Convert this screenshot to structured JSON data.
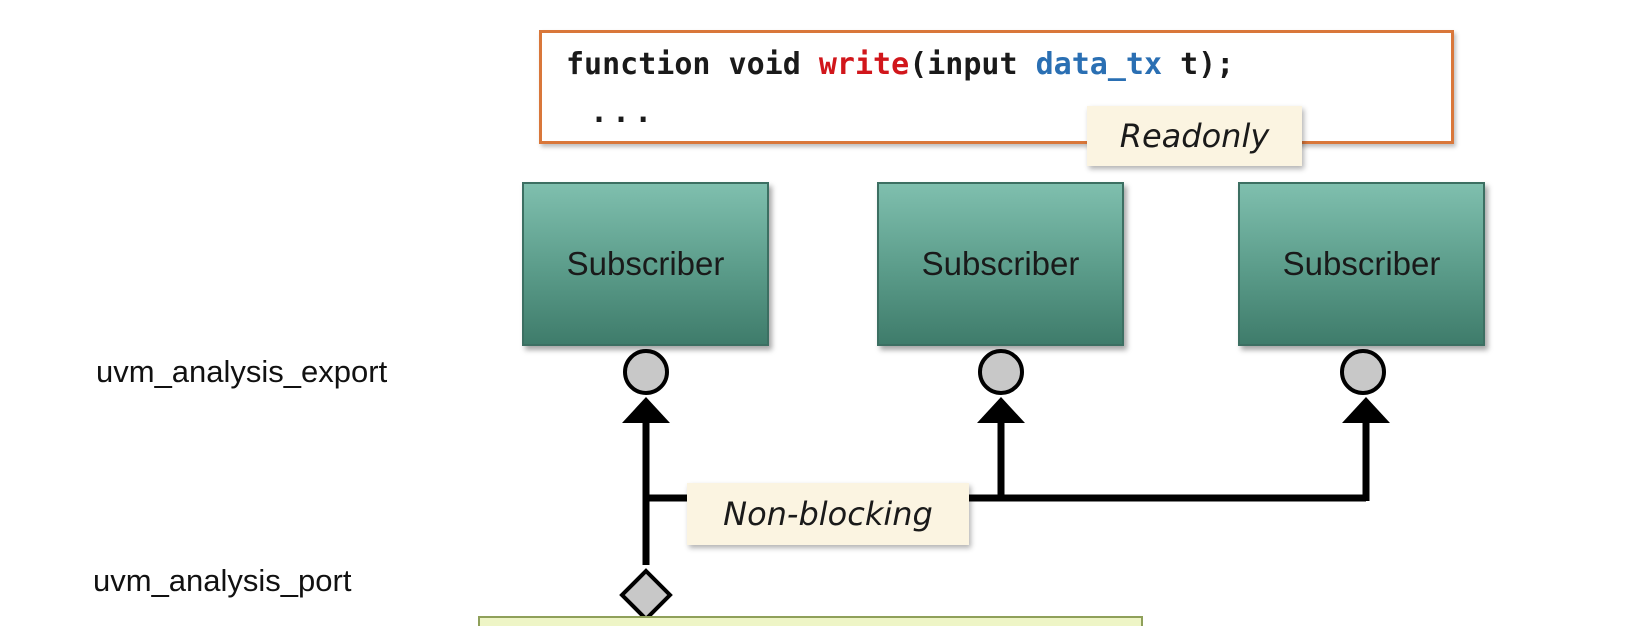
{
  "code": {
    "line1_function": "function void ",
    "line1_write": "write",
    "line1_input": "(input ",
    "line1_type": "data_tx",
    "line1_end": " t);",
    "line2": "..."
  },
  "notes": {
    "readonly": "Readonly",
    "nonblocking": "Non-blocking"
  },
  "subscribers": [
    {
      "label": "Subscriber"
    },
    {
      "label": "Subscriber"
    },
    {
      "label": "Subscriber"
    }
  ],
  "labels": {
    "export": "uvm_analysis_export",
    "port": "uvm_analysis_port"
  },
  "colors": {
    "code_border": "#d9773a",
    "write_keyword": "#d1161b",
    "type_keyword": "#2a6fb3",
    "subscriber_fill": "#5a9b89",
    "note_fill": "#fbf4e1",
    "connector": "#000000",
    "port_fill": "#c8c8c8"
  }
}
